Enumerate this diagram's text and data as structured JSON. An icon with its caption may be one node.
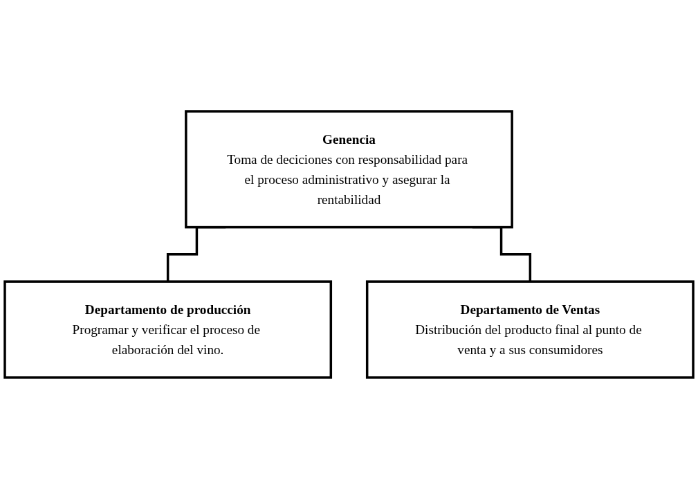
{
  "diagram": {
    "nodes": [
      {
        "text": [
          "Genencia",
          "Toma de deciciones con responsabilidad para el proceso administrativo y asegurar la rentabilidad"
        ]
      },
      {
        "text": [
          "Departamento de producción",
          "Programar y verificar el proceso de elaboración del vino."
        ]
      },
      {
        "text": [
          "Departamento de Ventas",
          "Distribución del producto final al punto de venta y a sus consumidores"
        ]
      }
    ],
    "edges": [
      {
        "from": 0,
        "to": 1,
        "arrow": "none"
      },
      {
        "from": 0,
        "to": 2,
        "arrow": "none"
      }
    ]
  }
}
